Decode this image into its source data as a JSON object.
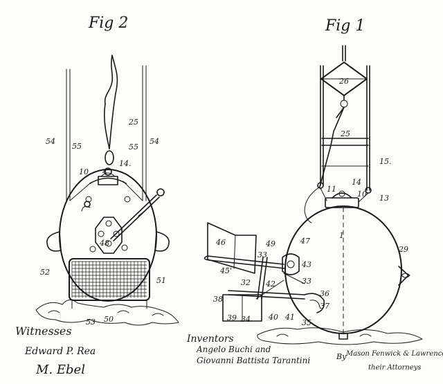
{
  "figures": {
    "left_title": "Fig 2",
    "right_title": "Fig 1"
  },
  "fig2_labels": {
    "l54a": "54",
    "l55a": "55",
    "l25": "25",
    "l10": "10",
    "l4": "4",
    "l14": "14.",
    "l55b": "55",
    "l54b": "54",
    "l48": "48",
    "l52": "52",
    "l51": "51",
    "l53": "53",
    "l50": "50"
  },
  "fig1_labels": {
    "l26": "26",
    "l25": "25",
    "l15": "15.",
    "l11": "11",
    "l14": "14",
    "l10": "10",
    "l13": "13",
    "l46": "46",
    "l49": "49",
    "l47": "47",
    "l1": "1",
    "l29": "29",
    "l45": "45'",
    "l33a": "33",
    "l43": "43",
    "l32": "32",
    "l42": "42",
    "l33b": "33",
    "l36": "36",
    "l38": "38",
    "l37": "37",
    "l39": "39",
    "l34": "34",
    "l40": "40",
    "l41": "41",
    "l35": "35"
  },
  "signatures": {
    "witnesses_heading": "Witnesses",
    "witness_1": "Edward P. Rea",
    "witness_2": "M. Ebel",
    "inventors_heading": "Inventors",
    "inventor_1": "Angelo Buchi and",
    "inventor_2": "Giovanni Battista Tarantini",
    "by_word": "By",
    "attorneys_1": "Mason Fenwick & Lawrence",
    "attorneys_2": "their Attorneys"
  }
}
